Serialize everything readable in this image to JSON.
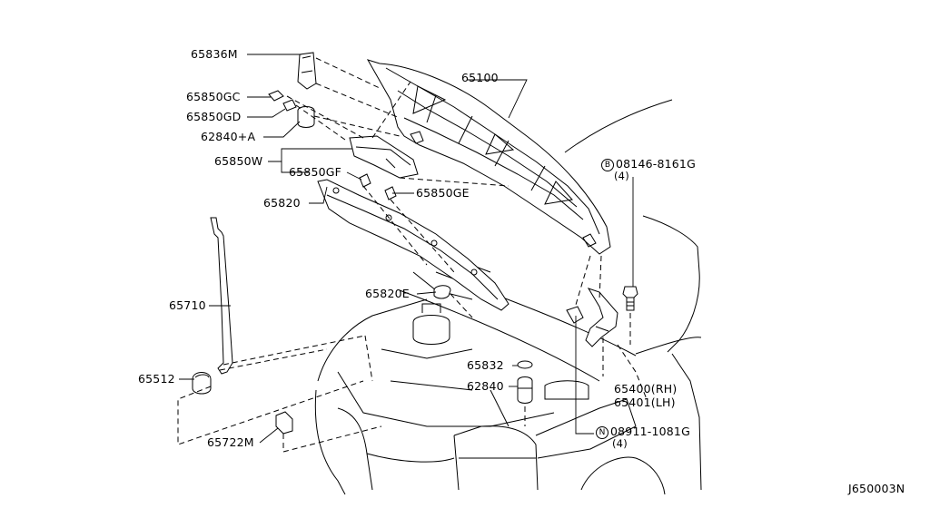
{
  "parts": {
    "p65836M": "65836M",
    "p65850GC": "65850GC",
    "p65850GD": "65850GD",
    "p62840A": "62840+A",
    "p65850W": "65850W",
    "p65850GF": "65850GF",
    "p65850GE": "65850GE",
    "p65820": "65820",
    "p65710": "65710",
    "p65512": "65512",
    "p65820E": "65820E",
    "p65100": "65100",
    "p65832": "65832",
    "p62840": "62840",
    "p65722M": "65722M",
    "p65400": "65400(RH)",
    "p65401": "65401(LH)",
    "bolt": "08146-8161G",
    "bolt_qty": "(4)",
    "nut": "08911-1081G",
    "nut_qty": "(4)"
  },
  "badges": {
    "bolt": "B",
    "nut": "N"
  },
  "diagram_id": "J650003N"
}
